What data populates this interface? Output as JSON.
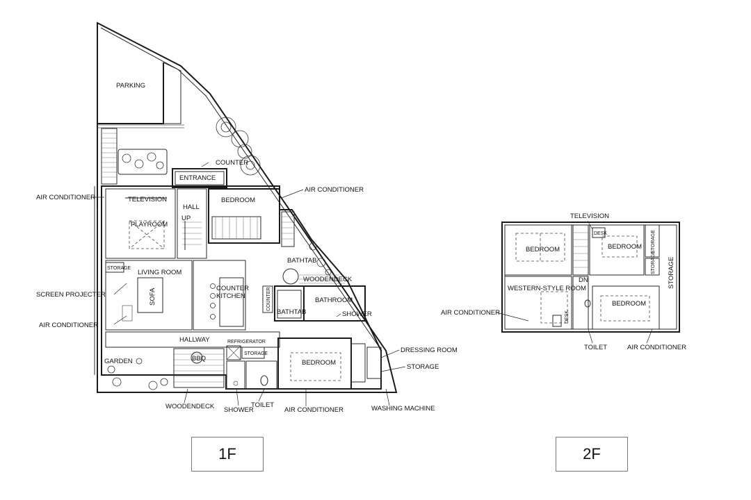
{
  "floor1": {
    "name": "1F",
    "labels": {
      "parking": "PARKING",
      "counter_top": "COUNTER",
      "entrance": "ENTRANCE",
      "air_conditioner_left": "AIR CONDITIONER",
      "air_conditioner_top": "AIR CONDITIONER",
      "television": "TELEVISION",
      "hall": "HALL",
      "up": "UP",
      "bedroom_top": "BEDROOM",
      "playroom": "PLAYROOM",
      "storage_left": "STORAGE",
      "living_room": "LIVING ROOM",
      "bathtab_upper": "BATHTAB",
      "woodendeck_upper": "WOODENDECK",
      "screen_projecter": "SCREEN PROJECTER",
      "sofa": "SOFA",
      "counter_kitchen": "COUNTER\nKITCHEN",
      "counter_vertical": "COUNTER",
      "bathtab_lower": "BATHTAB",
      "bathroom": "BATHROOM",
      "shower_bath": "SHOWER",
      "air_conditioner_mid": "AIR CONDITIONER",
      "hallway": "HALLWAY",
      "refrigerator": "REFRIGERATOR",
      "storage_mid": "STORAGE",
      "dressing_room": "DRESSING ROOM",
      "garden": "GARDEN",
      "bbq": "BBQ",
      "bedroom_bottom": "BEDROOM",
      "storage_right": "STORAGE",
      "woodendeck_bottom": "WOODENDECK",
      "shower_bottom": "SHOWER",
      "toilet": "TOILET",
      "air_conditioner_bottom": "AIR CONDITIONER",
      "washing_machine": "WASHING MACHINE"
    }
  },
  "floor2": {
    "name": "2F",
    "labels": {
      "television": "TELEVISION",
      "bedroom_left": "BEDROOM",
      "desk": "DESK",
      "bedroom_mid": "BEDROOM",
      "storage_small_top": "STORAGE",
      "storage_small_mid": "STORAGE",
      "storage_vertical": "STORAGE",
      "western_room": "WESTERN-STYLE ROOM",
      "dn": "DN",
      "air_conditioner_left": "AIR CONDITIONER",
      "desk_vertical": "DESK",
      "bedroom_right": "BEDROOM",
      "toilet": "TOILET",
      "air_conditioner_bottom": "AIR CONDITIONER"
    }
  }
}
